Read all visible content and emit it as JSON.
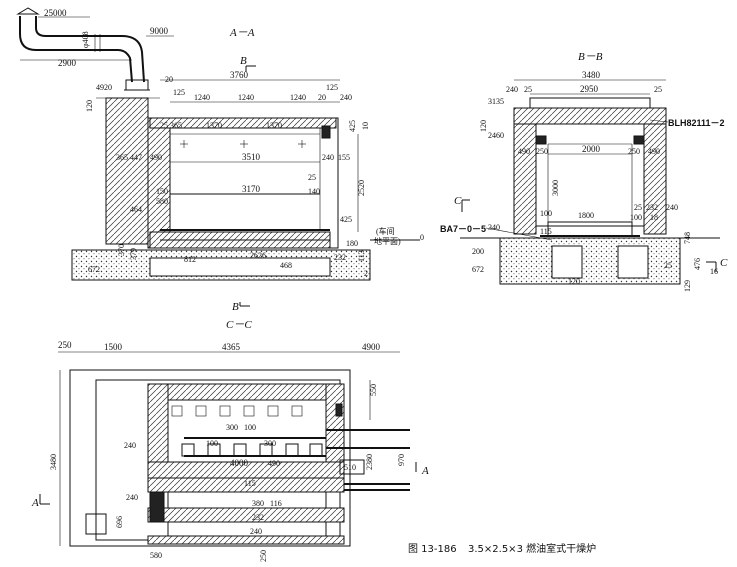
{
  "figure": {
    "caption_number": "图 13-186",
    "caption_text": "3.5×2.5×3 燃油室式干燥炉"
  },
  "views": {
    "aa": {
      "title": "A－A",
      "section_mark_top": "B",
      "section_mark_bottom": "B",
      "floor_label_1": "(车间",
      "floor_label_2": "地平面)",
      "floor_level": "0",
      "dims": {
        "d25000": "25000",
        "d408": "φ408",
        "d9000": "9000",
        "d2900": "2900",
        "d4920": "4920",
        "d120": "120",
        "d3760": "3760",
        "d20a": "20",
        "d125a": "125",
        "d1240a": "1240",
        "d1240b": "1240",
        "d1240c": "1240",
        "d20b": "20",
        "d125b": "125",
        "d240": "240",
        "d25a": "25",
        "d365a": "365",
        "d1370a": "1370",
        "d1370b": "1370",
        "d425a": "425",
        "d10": "10",
        "d365b": "365",
        "d447": "447",
        "d490": "490",
        "d3510": "3510",
        "d240b": "240",
        "d155": "155",
        "d2520": "2520",
        "d25b": "25",
        "d150": "150",
        "d580": "580",
        "d3170": "3170",
        "d140": "140",
        "d464": "464",
        "d425b": "425",
        "d180": "180",
        "d370": "370",
        "d379": "379",
        "d812": "812",
        "d2626": "2626",
        "d468": "468",
        "d232": "232",
        "d672": "672",
        "d113": "113",
        "d2": "2"
      }
    },
    "bb": {
      "title": "B－B",
      "tag_blh": "BLH82111－2",
      "tag_ba": "BA7－0－5",
      "section_mark": "C",
      "section_mark_right": "C",
      "dims": {
        "d3480": "3480",
        "d240a": "240",
        "d25a": "25",
        "d2950": "2950",
        "d25b": "25",
        "d3135": "3135",
        "d120": "120",
        "d2460": "2460",
        "d490a": "490",
        "d250a": "250",
        "d2000": "2000",
        "d250b": "250",
        "d490b": "490",
        "d3000": "3000",
        "d1800": "1800",
        "d100a": "100",
        "d25c": "25",
        "d100b": "100",
        "d18": "18",
        "d232": "232",
        "d240b": "240",
        "d748": "748",
        "d340": "340",
        "d115": "115",
        "d200": "200",
        "d672": "672",
        "d120b": "120",
        "d129": "129",
        "d476": "476",
        "d16": "16",
        "d25d": "25"
      }
    },
    "cc": {
      "title": "C－C",
      "section_mark_a1": "A",
      "section_mark_a2": "A",
      "dims": {
        "d250a": "250",
        "d1500": "1500",
        "d4365": "4365",
        "d4900": "4900",
        "d550": "550",
        "d3480": "3480",
        "d300": "300",
        "d100a": "100",
        "d100b": "100",
        "d300b": "300",
        "d240a": "240",
        "d4000": "4000",
        "d490": "490",
        "d115": "115",
        "d240b": "240",
        "d380": "380",
        "d116": "116",
        "d232": "232",
        "d240c": "240",
        "d696": "696",
        "d580": "580",
        "d250b": "250",
        "d970": "970",
        "d2380": "2380",
        "d510": "510"
      }
    }
  }
}
